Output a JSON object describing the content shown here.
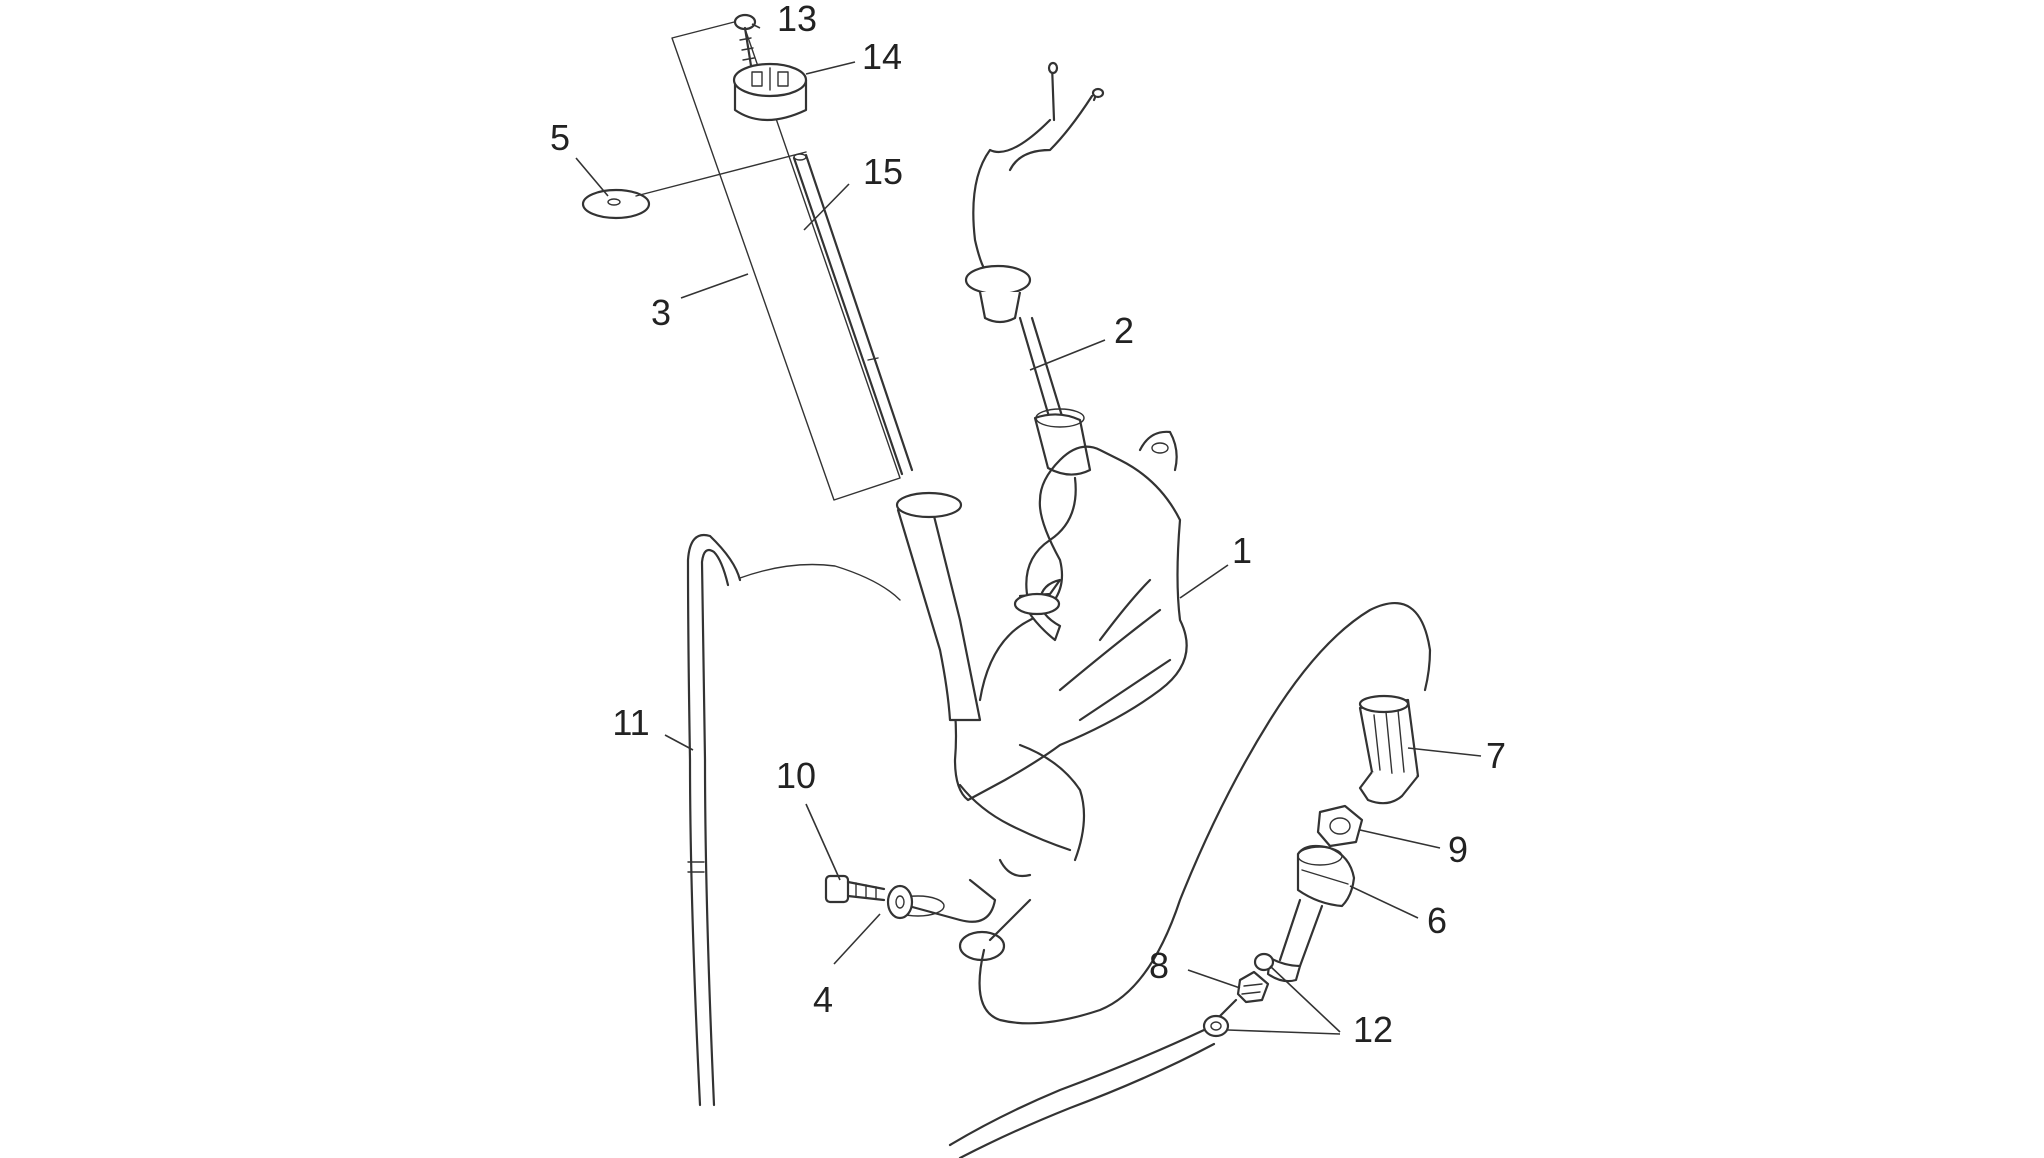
{
  "diagram": {
    "parts": [
      {
        "id": "p1",
        "label": "1"
      },
      {
        "id": "p2",
        "label": "2"
      },
      {
        "id": "p3",
        "label": "3"
      },
      {
        "id": "p4",
        "label": "4"
      },
      {
        "id": "p5",
        "label": "5"
      },
      {
        "id": "p6",
        "label": "6"
      },
      {
        "id": "p7",
        "label": "7"
      },
      {
        "id": "p8",
        "label": "8"
      },
      {
        "id": "p9",
        "label": "9"
      },
      {
        "id": "p10",
        "label": "10"
      },
      {
        "id": "p11",
        "label": "11"
      },
      {
        "id": "p12",
        "label": "12"
      },
      {
        "id": "p13",
        "label": "13"
      },
      {
        "id": "p14",
        "label": "14"
      },
      {
        "id": "p15",
        "label": "15"
      }
    ]
  }
}
